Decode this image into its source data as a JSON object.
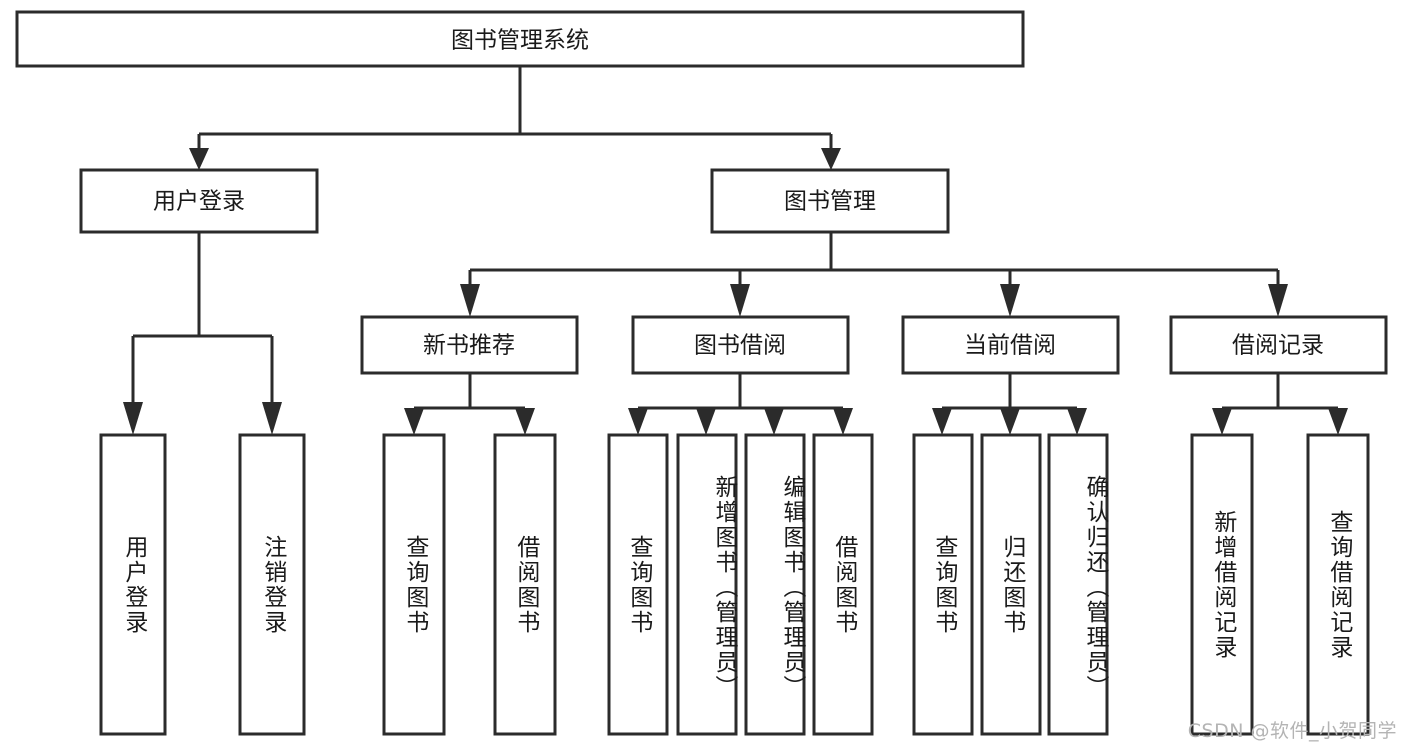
{
  "diagram": {
    "title": "图书管理系统",
    "type": "tree-hierarchy-diagram",
    "colors": {
      "stroke": "#2b2b2b",
      "fill": "#ffffff",
      "text": "#1a1a1a",
      "watermark": "#b4b4b4"
    },
    "root": {
      "label": "图书管理系统"
    },
    "level2": [
      {
        "label": "用户登录"
      },
      {
        "label": "图书管理"
      }
    ],
    "level3": [
      {
        "label": "新书推荐"
      },
      {
        "label": "图书借阅"
      },
      {
        "label": "当前借阅"
      },
      {
        "label": "借阅记录"
      }
    ],
    "leaves": {
      "user_login": [
        {
          "label": "用户登录"
        },
        {
          "label": "注销登录"
        }
      ],
      "new_book_recommend": [
        {
          "label": "查询图书"
        },
        {
          "label": "借阅图书"
        }
      ],
      "book_borrow": [
        {
          "label": "查询图书"
        },
        {
          "label": "新增图书（管理员）"
        },
        {
          "label": "编辑图书（管理员）"
        },
        {
          "label": "借阅图书"
        }
      ],
      "current_borrow": [
        {
          "label": "查询图书"
        },
        {
          "label": "归还图书"
        },
        {
          "label": "确认归还（管理员）"
        }
      ],
      "borrow_record": [
        {
          "label": "新增借阅记录"
        },
        {
          "label": "查询借阅记录"
        }
      ]
    },
    "watermark": "CSDN @软件_小贺同学"
  }
}
